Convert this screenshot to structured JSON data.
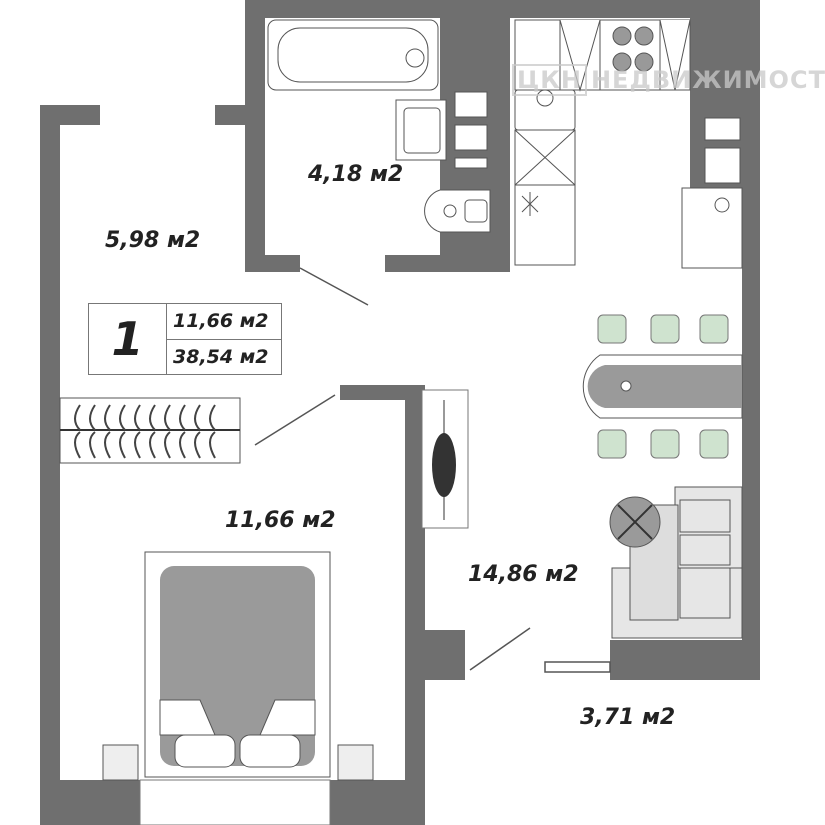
{
  "plan": {
    "rooms": [
      {
        "name": "hallway",
        "area": "5,98 м2"
      },
      {
        "name": "bathroom",
        "area": "4,18 м2"
      },
      {
        "name": "bedroom",
        "area": "11,66 м2"
      },
      {
        "name": "kitchen-living",
        "area": "14,86 м2"
      },
      {
        "name": "balcony",
        "area": "3,71 м2"
      }
    ],
    "info": {
      "rooms_count": "1",
      "living_area": "11,66 м2",
      "total_area": "38,54 м2"
    },
    "watermark": {
      "logo": "ЦКН",
      "text": "НЕДВИЖИМОСТЬ"
    }
  },
  "colors": {
    "wall": "#6f6f6f",
    "furniture": "#9a9a9a",
    "chair": "#cfe3cf"
  }
}
